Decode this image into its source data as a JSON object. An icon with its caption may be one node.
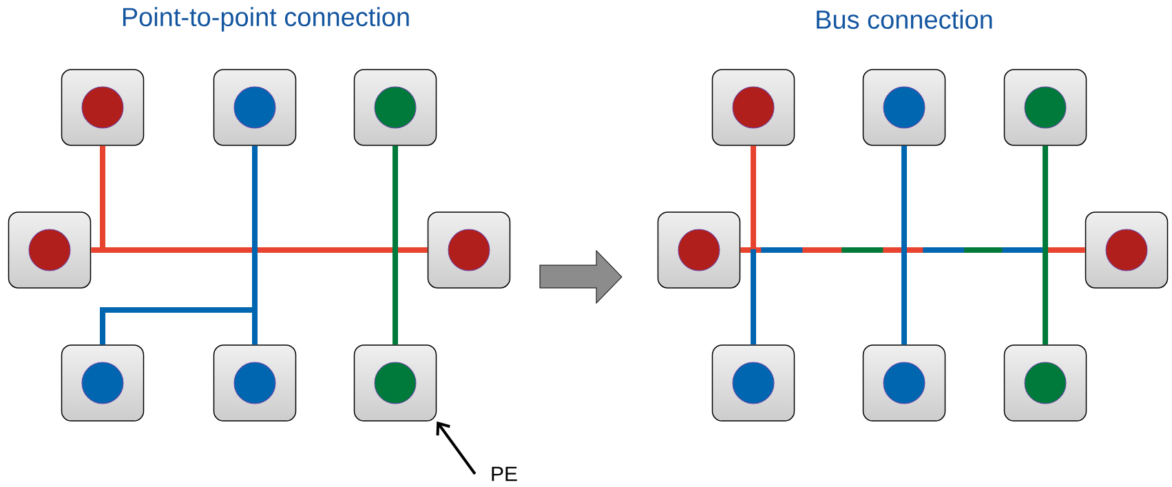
{
  "diagram": {
    "nodes": [
      {
        "text": [],
        "shape": "box"
      },
      {
        "text": [],
        "shape": "box"
      },
      {
        "text": [],
        "shape": "box"
      },
      {
        "text": [],
        "shape": "box"
      },
      {
        "text": [],
        "shape": "box"
      },
      {
        "text": [],
        "shape": "box"
      },
      {
        "text": [],
        "shape": "box"
      },
      {
        "text": [],
        "shape": "box"
      },
      {
        "text": [],
        "shape": "box"
      },
      {
        "text": [],
        "shape": "box"
      },
      {
        "text": [],
        "shape": "box"
      },
      {
        "text": [],
        "shape": "box"
      },
      {
        "text": [],
        "shape": "box"
      },
      {
        "text": [],
        "shape": "box"
      },
      {
        "text": [],
        "shape": "box"
      },
      {
        "text": [],
        "shape": "box"
      },
      {
        "text": [
          "PE"
        ]
      }
    ],
    "edges": [
      {
        "from": 0,
        "to": 3,
        "arrow": "none",
        "color": "#e8432e"
      },
      {
        "from": 0,
        "to": 4,
        "arrow": "none",
        "color": "#e8432e"
      },
      {
        "from": 1,
        "to": 6,
        "arrow": "none",
        "color": "#0066b0"
      },
      {
        "from": 1,
        "to": 5,
        "arrow": "none",
        "color": "#0066b0"
      },
      {
        "from": 2,
        "to": 7,
        "arrow": "none",
        "color": "#007a3a"
      },
      {
        "from": 11,
        "to": 12,
        "arrow": "none",
        "color": "#e8432e"
      },
      {
        "from": 8,
        "to": 13,
        "arrow": "none",
        "color": "#e8432e"
      },
      {
        "from": 9,
        "to": 14,
        "arrow": "none",
        "color": "#0066b0"
      },
      {
        "from": 10,
        "to": 15,
        "arrow": "none",
        "color": "#007a3a"
      },
      {
        "from": 16,
        "to": 7,
        "arrow": "to",
        "color": "#000000"
      }
    ],
    "labels": [
      "Point-to-point connection",
      "Bus connection"
    ]
  }
}
